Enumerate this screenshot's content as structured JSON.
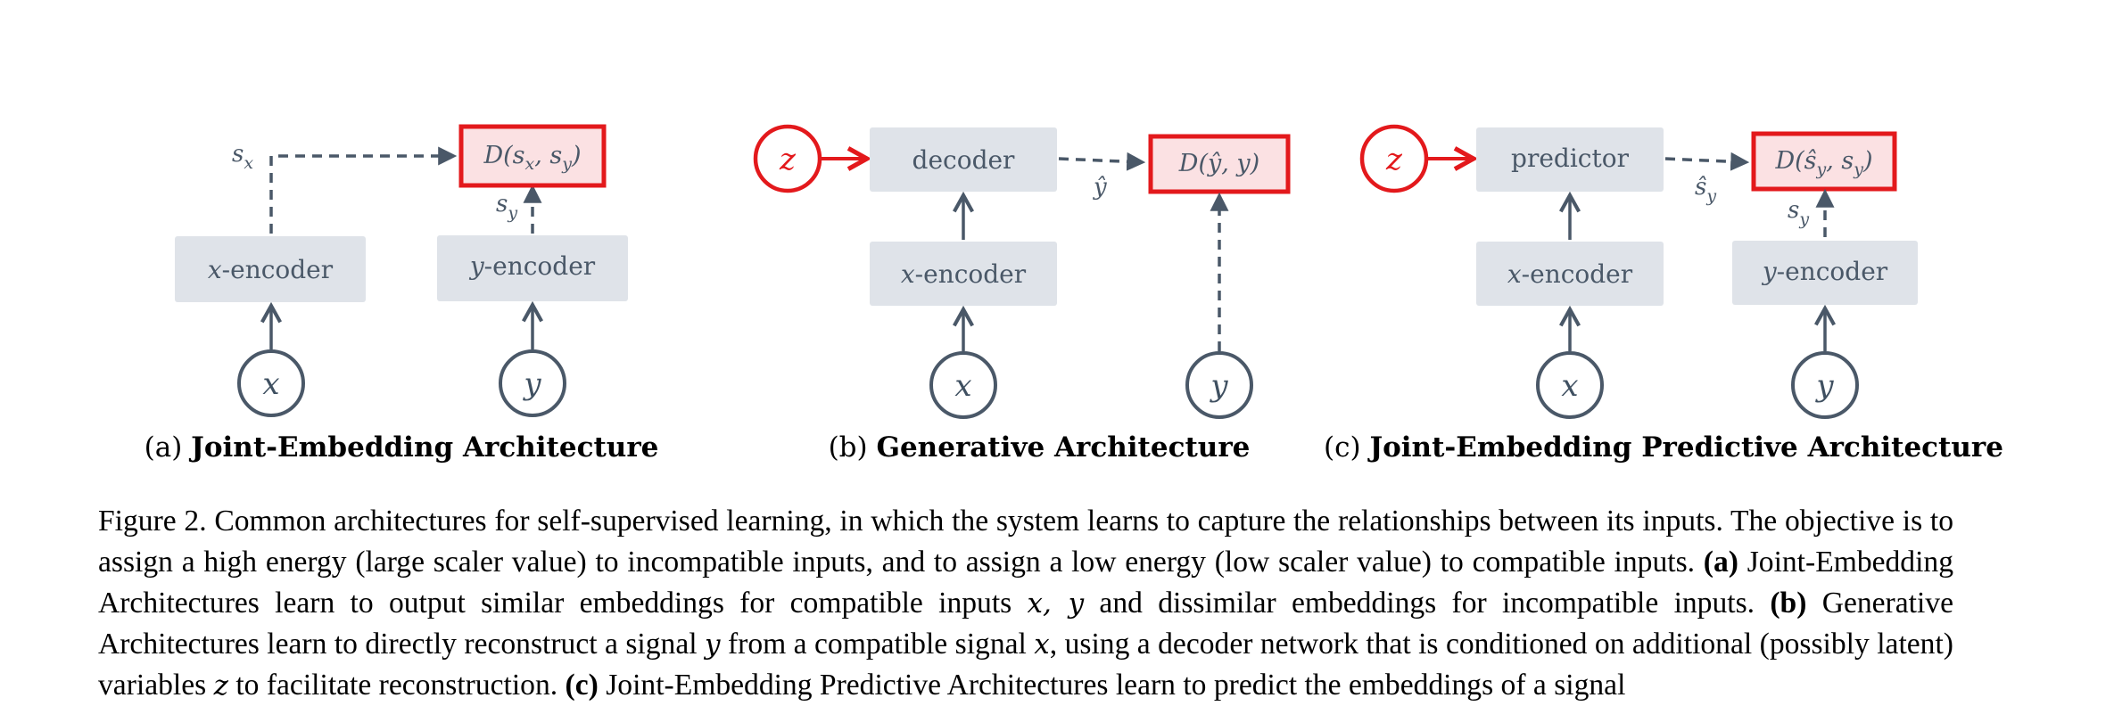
{
  "colors": {
    "box_fill": "#dfe3e9",
    "stroke": "#4a5868",
    "red": "#e3191c",
    "energy_fill": "#fbe1e3"
  },
  "panels": [
    {
      "id": "a",
      "caption_prefix": "(a)",
      "caption_title": "Joint-Embedding Architecture",
      "x_encoder": "x-encoder",
      "y_encoder": "y-encoder",
      "var_x": "x",
      "var_y": "y",
      "label_sx": "s",
      "label_sx_sub": "x",
      "label_sy": "s",
      "label_sy_sub": "y",
      "energy": "D(s_x, s_y)"
    },
    {
      "id": "b",
      "caption_prefix": "(b)",
      "caption_title": "Generative Architecture",
      "latent": "z",
      "decoder": "decoder",
      "x_encoder": "x-encoder",
      "var_x": "x",
      "var_y": "y",
      "label_yhat": "ŷ",
      "energy": "D(ŷ, y)"
    },
    {
      "id": "c",
      "caption_prefix": "(c)",
      "caption_title": "Joint-Embedding Predictive Architecture",
      "latent": "z",
      "predictor": "predictor",
      "x_encoder": "x-encoder",
      "y_encoder": "y-encoder",
      "var_x": "x",
      "var_y": "y",
      "label_shat": "ŝ",
      "label_shat_sub": "y",
      "label_sy": "s",
      "label_sy_sub": "y",
      "energy": "D(ŝ_y, s_y)"
    }
  ],
  "caption": {
    "label": "Figure 2.",
    "text_1": " Common architectures for self-supervised learning, in which the system learns to capture the relationships between its inputs. The objective is to assign a high energy (large scaler value) to incompatible inputs, and to assign a low energy (low scaler value) to compatible inputs. ",
    "a_mark": "(a)",
    "text_2": " Joint-Embedding Architectures learn to output similar embeddings for compatible inputs ",
    "math_xy": "x, y",
    "text_3": " and dissimilar embeddings for incompatible inputs. ",
    "b_mark": "(b)",
    "text_4": " Generative Architectures learn to directly reconstruct a signal ",
    "math_y": "y",
    "text_5": " from a compatible signal ",
    "math_x": "x",
    "text_6": ", using a decoder network that is conditioned on additional (possibly latent) variables ",
    "math_z": "z",
    "text_7": " to facilitate reconstruction. ",
    "c_mark": "(c)",
    "text_8": " Joint-Embedding Predictive Architectures learn to predict the embeddings of a signal "
  }
}
